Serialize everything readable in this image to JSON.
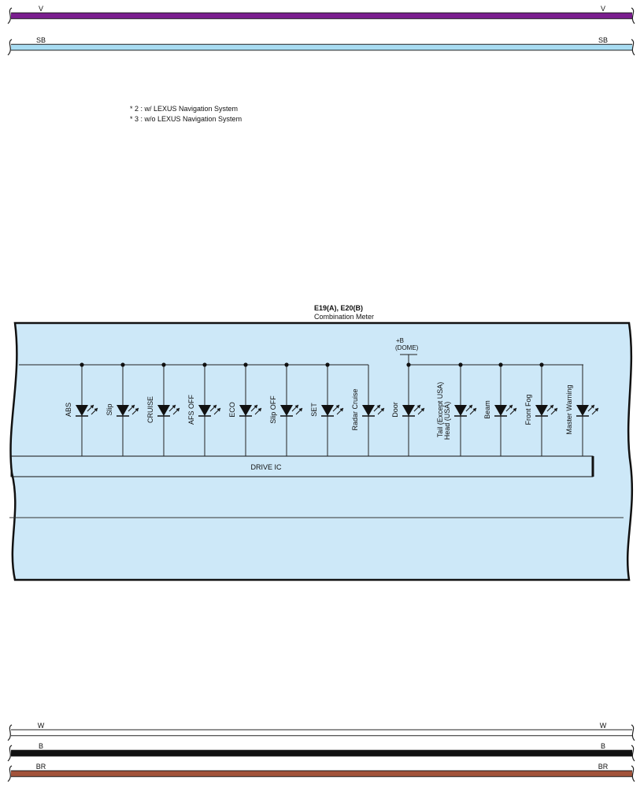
{
  "wires": {
    "top": [
      {
        "color_code": "V",
        "color": "#7b1e8f"
      },
      {
        "color_code": "SB",
        "color": "#a8dcf2"
      }
    ],
    "bottom": [
      {
        "color_code": "W",
        "color": "#ffffff"
      },
      {
        "color_code": "B",
        "color": "#111111"
      },
      {
        "color_code": "BR",
        "color": "#a2533a"
      }
    ]
  },
  "notes": [
    "* 2 : w/ LEXUS Navigation System",
    "* 3 : w/o LEXUS Navigation System"
  ],
  "component": {
    "connector": "E19(A), E20(B)",
    "name": "Combination Meter",
    "fill": "#cde8f8",
    "power_label_1": "+B",
    "power_label_2": "(DOME)",
    "drive_ic": "DRIVE IC",
    "indicators": [
      {
        "label": "ABS",
        "label2": ""
      },
      {
        "label": "Slip",
        "label2": ""
      },
      {
        "label": "CRUISE",
        "label2": ""
      },
      {
        "label": "AFS OFF",
        "label2": ""
      },
      {
        "label": "ECO",
        "label2": ""
      },
      {
        "label": "Slip OFF",
        "label2": ""
      },
      {
        "label": "SET",
        "label2": ""
      },
      {
        "label": "Radar Cruise",
        "label2": ""
      },
      {
        "label": "Door",
        "label2": ""
      },
      {
        "label": "Tail (Except USA)",
        "label2": "Head (USA)"
      },
      {
        "label": "Beam",
        "label2": ""
      },
      {
        "label": "Front Fog",
        "label2": ""
      },
      {
        "label": "Master Warning",
        "label2": ""
      }
    ]
  }
}
